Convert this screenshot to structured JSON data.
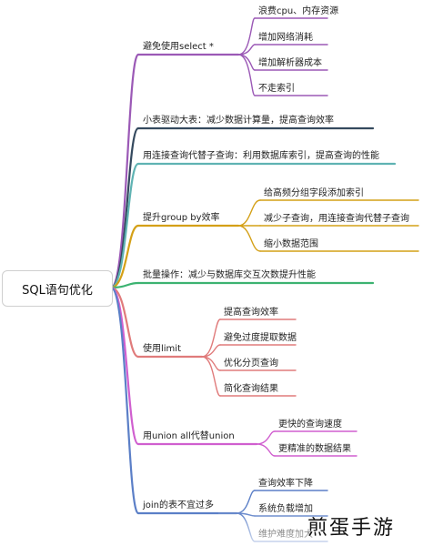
{
  "root": {
    "label": "SQL语句优化"
  },
  "branches": [
    {
      "label": "避免使用select *",
      "color": "#9b59b6",
      "children": [
        "浪费cpu、内存资源",
        "增加网络消耗",
        "增加解析器成本",
        "不走索引"
      ]
    },
    {
      "label": "小表驱动大表：减少数据计算量，提高查询效率",
      "color": "#34495e",
      "children": []
    },
    {
      "label": "用连接查询代替子查询：利用数据库索引，提高查询的性能",
      "color": "#5fb3b3",
      "children": []
    },
    {
      "label": "提升group by效率",
      "color": "#d4a017",
      "children": [
        "给高频分组字段添加索引",
        "减少子查询，用连接查询代替子查询",
        "缩小数据范围"
      ]
    },
    {
      "label": "批量操作：减少与数据库交互次数提升性能",
      "color": "#3cb371",
      "children": []
    },
    {
      "label": "使用limit",
      "color": "#e07b7b",
      "children": [
        "提高查询效率",
        "避免过度提取数据",
        "优化分页查询",
        "简化查询结果"
      ]
    },
    {
      "label": "用union all代替union",
      "color": "#d05fcf",
      "children": [
        "更快的查询速度",
        "更精准的数据结果"
      ]
    },
    {
      "label": "join的表不宜过多",
      "color": "#5b7fc7",
      "children": [
        "查询效率下降",
        "系统负载增加",
        "维护难度加大"
      ]
    }
  ],
  "watermark": {
    "text": "煎蛋手游"
  }
}
